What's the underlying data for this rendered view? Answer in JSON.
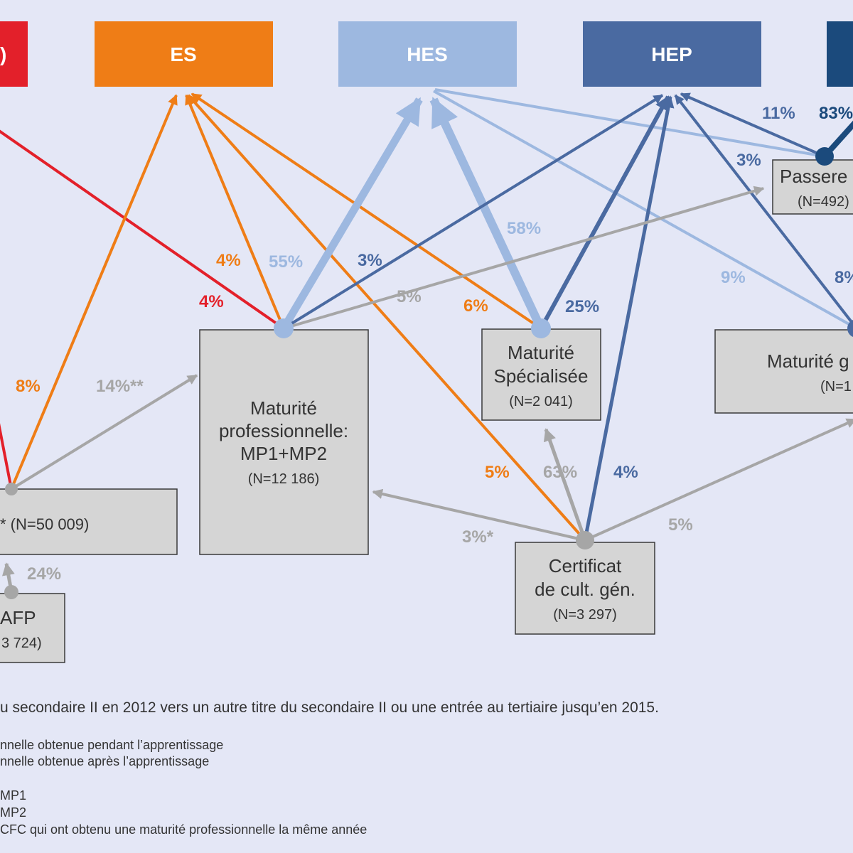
{
  "colors": {
    "red": "#e3202a",
    "orange": "#ef7d16",
    "light_blue": "#9db8e0",
    "mid_blue": "#4a6aa1",
    "dark_blue": "#1b4a7c",
    "gray": "#a6a6a6"
  },
  "headers": {
    "red": {
      "label": ")"
    },
    "es": {
      "label": "ES"
    },
    "hes": {
      "label": "HES"
    },
    "hep": {
      "label": "HEP"
    }
  },
  "boxes": {
    "cfc": {
      "line1": "* (N=50 009)"
    },
    "afp": {
      "line1": "AFP",
      "line2": "3 724)"
    },
    "mp": {
      "line1": "Maturité",
      "line2": "professionnelle:",
      "line3": "MP1+MP2",
      "line4": "(N=12 186)"
    },
    "ms": {
      "line1": "Maturité",
      "line2": "Spécialisée",
      "line3": "(N=2 041)"
    },
    "ccg": {
      "line1": "Certificat",
      "line2": "de cult. gén.",
      "line3": "(N=3 297)"
    },
    "passerelle": {
      "line1": "Passere",
      "line2": "(N=492)"
    },
    "mg": {
      "line1": "Maturité g",
      "line2": "(N=1"
    }
  },
  "percentages": {
    "mp_to_red": "4%",
    "mp_to_es": "4%",
    "mp_to_hes": "55%",
    "mp_to_hep": "3%",
    "mp_to_passerelle": "5%",
    "cfc_to_es": "8%",
    "cfc_to_mp": "14%**",
    "afp_to_cfc": "24%",
    "ms_to_hes": "58%",
    "ms_to_es": "6%",
    "ms_to_hep": "25%",
    "mg_to_hes": "9%",
    "mg_to_hep": "8%",
    "passerelle_to_hep_11": "11%",
    "passerelle_to_dark_83": "83%",
    "passerelle_3": "3%",
    "ccg_to_es": "5%",
    "ccg_to_ms": "63%",
    "ccg_to_hep": "4%",
    "ccg_to_mp": "3%*",
    "ccg_to_mg": "5%"
  },
  "notes": {
    "main": "u secondaire II en 2012 vers un autre titre du secondaire II ou une entrée au tertiaire jusqu’en 2015.",
    "n1": "nnelle obtenue pendant l’apprentissage",
    "n2": "nnelle obtenue après l’apprentissage",
    "n3": "MP1",
    "n4": "MP2",
    "n5": "CFC qui ont obtenu une maturité professionnelle la même année"
  }
}
